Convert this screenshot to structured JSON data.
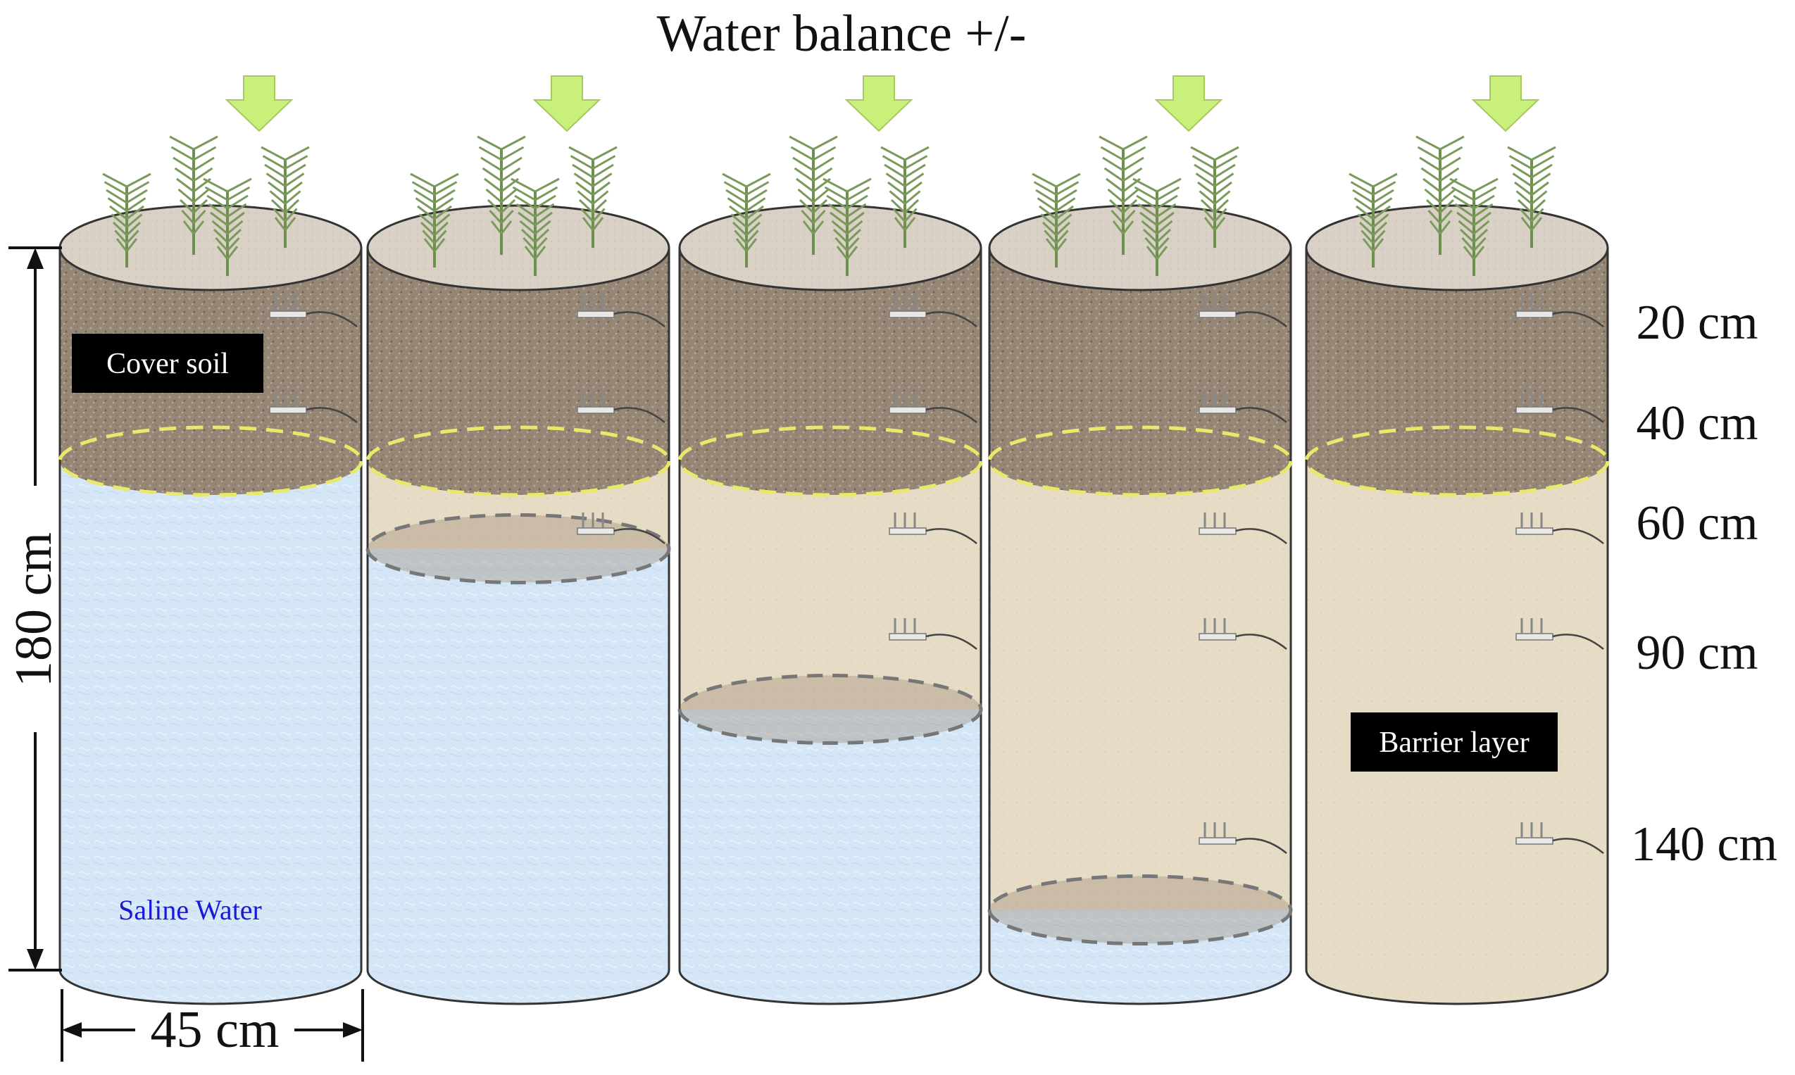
{
  "title": "Water balance +/-",
  "labels": {
    "cover_soil": "Cover soil",
    "barrier_layer": "Barrier layer",
    "saline_water": "Saline Water"
  },
  "dimensions": {
    "height": "180 cm",
    "width": "45 cm"
  },
  "depths": [
    "20 cm",
    "40 cm",
    "60 cm",
    "90 cm",
    "140 cm"
  ],
  "columns": [
    {
      "id": 1,
      "water_table_cm": 55
    },
    {
      "id": 2,
      "water_table_cm": 75
    },
    {
      "id": 3,
      "water_table_cm": 115
    },
    {
      "id": 4,
      "water_table_cm": 165
    },
    {
      "id": 5,
      "water_table_cm": null
    }
  ],
  "colors": {
    "arrow": "#c9f07a",
    "cover_soil": "#9a8b7c",
    "barrier": "#e5dac3",
    "water": "#d3e6f5",
    "surface": "#d7cec3",
    "boundary_dash": "#e8e86a"
  }
}
